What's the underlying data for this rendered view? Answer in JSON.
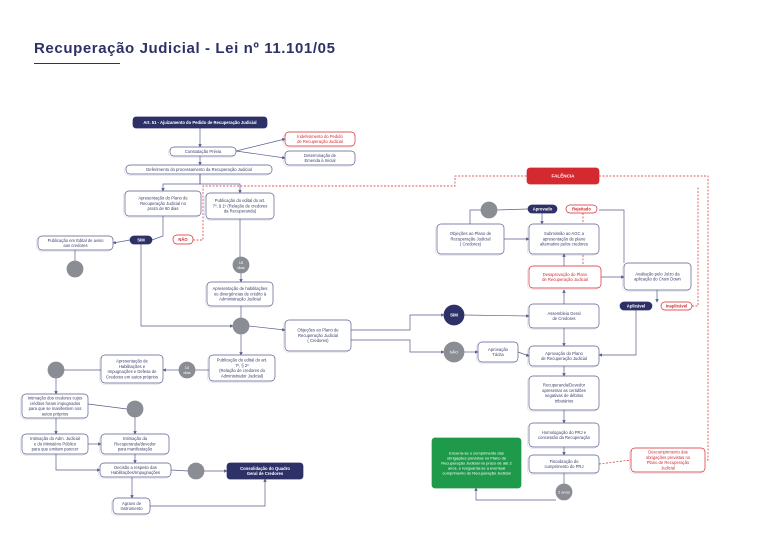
{
  "header": {
    "title": "Recuperação Judicial - Lei nº 11.101/05"
  },
  "colors": {
    "navy": "#2e3167",
    "box_border": "#5a5f8e",
    "red": "#d42a2f",
    "green": "#1f9a4b",
    "node_gray": "#8b8d94",
    "text": "#3a3f6b"
  },
  "nodes": [
    {
      "id": "art51",
      "style": "navy",
      "lines": [
        "Art. 51 - Ajuizamento do Pedido de Recuperação Judicial"
      ]
    },
    {
      "id": "constatacao",
      "style": "box",
      "lines": [
        "Constatação Prévia"
      ]
    },
    {
      "id": "indeferimento",
      "style": "red",
      "lines": [
        "Indeferimento do Pedido",
        "de Recuperação Judicial"
      ]
    },
    {
      "id": "determinacao",
      "style": "box",
      "lines": [
        "Determinação de",
        "Emenda à Inicial"
      ]
    },
    {
      "id": "deferimento",
      "style": "box",
      "lines": [
        "Deferimento do processamento da Recuperação Judicial"
      ]
    },
    {
      "id": "apresentacao_plano",
      "style": "box",
      "lines": [
        "Apresentação do Plano de",
        "Recuperação Judicial no",
        "prazo de 60 dias"
      ]
    },
    {
      "id": "publicacao_edital",
      "style": "box",
      "lines": [
        "Publicação do edital do art.",
        "7º, § 1º (Relação de credores",
        "da Recuperanda)"
      ]
    },
    {
      "id": "sim1",
      "style": "pill_navy",
      "lines": [
        "SIM"
      ]
    },
    {
      "id": "nao1",
      "style": "pill_red",
      "lines": [
        "NÃO"
      ]
    },
    {
      "id": "publicacao_aviso",
      "style": "box",
      "lines": [
        "Publicação em Edital de aviso",
        "aos credores"
      ]
    },
    {
      "id": "prazo15",
      "style": "circle",
      "lines": [
        "15",
        "dias"
      ]
    },
    {
      "id": "apresentacao_habilitacoes",
      "style": "box",
      "lines": [
        "Apresentação de habilitações",
        "ou divergências de crédito à",
        "Administração Judicial"
      ]
    },
    {
      "id": "objecoes1",
      "style": "box",
      "lines": [
        "Objeções ao Plano de",
        "Recuperação Judicial",
        "( Credores)"
      ]
    },
    {
      "id": "publicacao_edital2",
      "style": "box",
      "lines": [
        "Publicação do edital do art.",
        "7º, § 2º",
        "(Relação de credores do",
        "Administrador Judicial)"
      ]
    },
    {
      "id": "prazo10",
      "style": "circle",
      "lines": [
        "10",
        "dias"
      ]
    },
    {
      "id": "apresentacao_impugnacoes",
      "style": "box",
      "lines": [
        "Apresentação de",
        "Habilitações e",
        "Impugnações e Defesa de",
        "Credores em autos próprios"
      ]
    },
    {
      "id": "intimacao_credores",
      "style": "box",
      "lines": [
        "Intimação dos credores cujos",
        "créditos foram impugnados",
        "para que se manifestem nos",
        "autos próprios"
      ]
    },
    {
      "id": "intimacao_adm",
      "style": "box",
      "lines": [
        "Intimação do Adm. Judicial",
        "e do Ministério Público",
        "para que emitam parecer"
      ]
    },
    {
      "id": "intimacao_recuperanda",
      "style": "box",
      "lines": [
        "Intimação da",
        "Recuperanda/devedor",
        "para manifestação"
      ]
    },
    {
      "id": "decisao",
      "style": "box",
      "lines": [
        "Decisão a respeito das",
        "Habilitações/Impugnações"
      ]
    },
    {
      "id": "consolidacao",
      "style": "navy",
      "lines": [
        "Consolidação do Quadro",
        "Geral de Credores"
      ]
    },
    {
      "id": "agravo",
      "style": "box",
      "lines": [
        "Agravo de",
        "Instrumento"
      ]
    },
    {
      "id": "falencia",
      "style": "red_fill",
      "lines": [
        "FALÊNCIA"
      ]
    },
    {
      "id": "aprovado",
      "style": "pill_navy",
      "lines": [
        "Aprovado"
      ]
    },
    {
      "id": "rejeitado",
      "style": "pill_red",
      "lines": [
        "Rejeitado"
      ]
    },
    {
      "id": "objecoes2",
      "style": "box",
      "lines": [
        "Objeções ao Plano de",
        "Recuperação Judicial",
        "( Credores)"
      ]
    },
    {
      "id": "submissao",
      "style": "box",
      "lines": [
        "Submissão ao AGC a",
        "apresentação de plano",
        "alternativo pelos credores"
      ]
    },
    {
      "id": "desaprovacao",
      "style": "red",
      "lines": [
        "Desaprovação do Plano",
        "de Recuperação Judicial"
      ]
    },
    {
      "id": "avaliacao",
      "style": "box",
      "lines": [
        "Avaliação pelo Juízo da",
        "aplicação do Cram Down"
      ]
    },
    {
      "id": "aplicavel",
      "style": "pill_navy",
      "lines": [
        "Aplicável"
      ]
    },
    {
      "id": "inaplicavel",
      "style": "pill_red",
      "lines": [
        "Inaplicável"
      ]
    },
    {
      "id": "sim2",
      "style": "circle_navy",
      "lines": [
        "SIM"
      ]
    },
    {
      "id": "nao2",
      "style": "circle",
      "lines": [
        "NÃO"
      ]
    },
    {
      "id": "assembleia",
      "style": "box",
      "lines": [
        "Assembleia Geral",
        "de Credores"
      ]
    },
    {
      "id": "aprovacao_tacita",
      "style": "box",
      "lines": [
        "Aprovação",
        "Tácita"
      ]
    },
    {
      "id": "aprovacao_plano",
      "style": "box",
      "lines": [
        "Aprovação do Plano",
        "de Recuperação Judicial"
      ]
    },
    {
      "id": "recuperanda_devedor",
      "style": "box",
      "lines": [
        "Recuperanda/Devedor",
        "apresentar as certidões",
        "negativas de débitos",
        "tributários"
      ]
    },
    {
      "id": "homologacao",
      "style": "box",
      "lines": [
        "Homologação do PRJ e",
        "concessão da Recuperação"
      ]
    },
    {
      "id": "encerramento",
      "style": "green",
      "lines": [
        "Encerra-se o cumprimento das",
        "obrigações previstas no Plano de",
        "Recuperação Judicial no prazo de até 2",
        "anos, e resguarda-se a eventual",
        "cumprimento do Recuperação Judicial"
      ]
    },
    {
      "id": "fiscalizacao",
      "style": "box",
      "lines": [
        "Fiscalização do",
        "cumprimento do PRJ"
      ]
    },
    {
      "id": "descumprimento",
      "style": "red",
      "lines": [
        "Descumprimento das",
        "obrigações previstas no",
        "Plano de Recuperação",
        "Judicial"
      ]
    },
    {
      "id": "prazo2anos",
      "style": "circle",
      "lines": [
        "2 anos"
      ]
    },
    {
      "id": "g_plano_top",
      "style": "circle",
      "lines": []
    },
    {
      "id": "g_aviso",
      "style": "circle",
      "lines": []
    },
    {
      "id": "g_central",
      "style": "circle",
      "lines": []
    },
    {
      "id": "g_intimacao",
      "style": "circle",
      "lines": []
    },
    {
      "id": "g_adm",
      "style": "circle",
      "lines": []
    },
    {
      "id": "g_decisao",
      "style": "circle",
      "lines": []
    }
  ]
}
